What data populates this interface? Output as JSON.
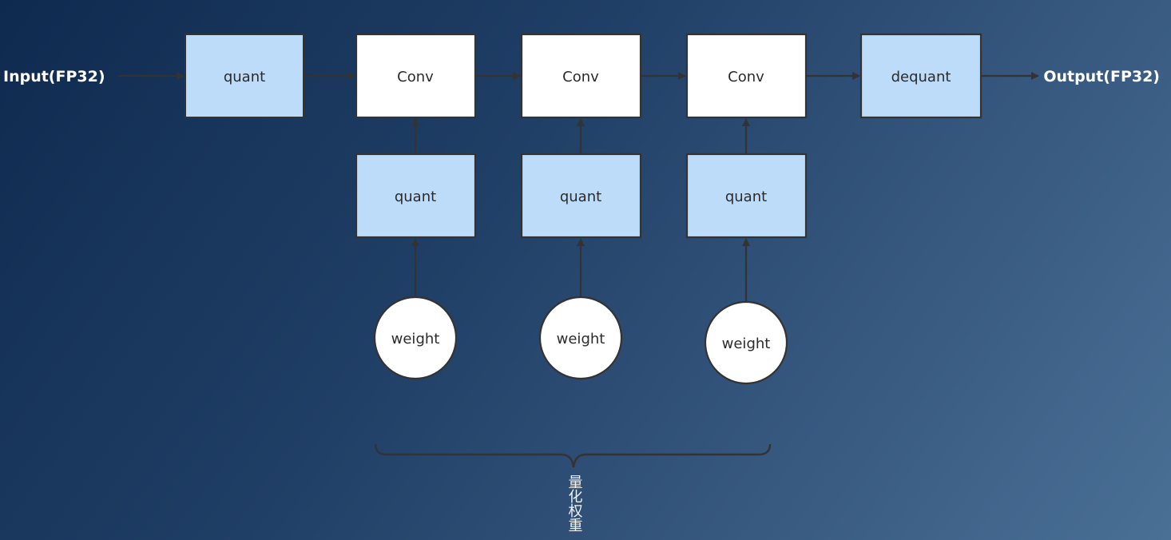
{
  "diagram": {
    "input_label": "Input(FP32)",
    "output_label": "Output(FP32)",
    "input_quant_label": "quant",
    "conv_labels": [
      "Conv",
      "Conv",
      "Conv"
    ],
    "weight_quant_labels": [
      "quant",
      "quant",
      "quant"
    ],
    "weight_labels": [
      "weight",
      "weight",
      "weight"
    ],
    "dequant_label": "dequant",
    "brace_caption": "量化权重"
  },
  "colors": {
    "quant_fill": "#bcdcfa",
    "conv_fill": "#ffffff",
    "stroke": "#333333",
    "label_text": "#ffffff"
  }
}
